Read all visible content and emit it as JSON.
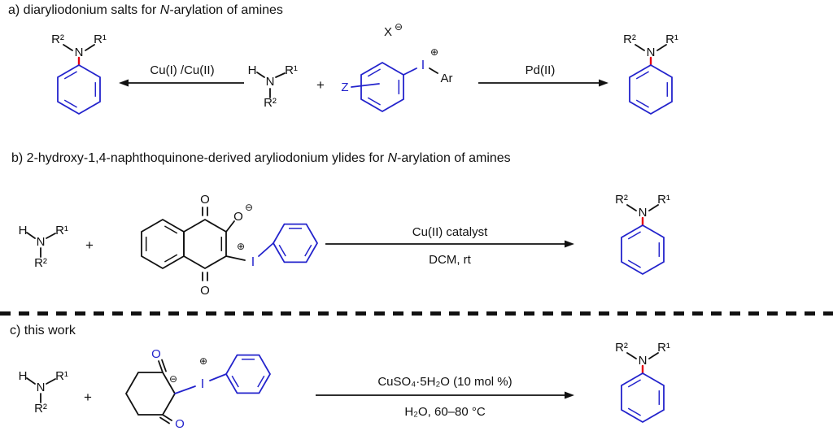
{
  "colors": {
    "black": "#111111",
    "blue": "#2323cc",
    "red": "#e60012"
  },
  "atoms": {
    "H": "H",
    "N": "N",
    "I": "I",
    "O": "O",
    "Z": "Z",
    "Ar": "Ar",
    "X": "X",
    "R1": "R¹",
    "R2": "R²",
    "plus_charge": "⊕",
    "minus_charge": "⊖"
  },
  "operators": {
    "plus": "+"
  },
  "section_a": {
    "title_pre": "a) diaryliodonium salts for ",
    "title_em": "N",
    "title_post": "-arylation of amines",
    "left_arrow_label": "Cu(I) /Cu(II)",
    "right_arrow_label": "Pd(II)"
  },
  "section_b": {
    "title_pre": "b) 2-hydroxy-1,4-naphthoquinone-derived aryliodonium ylides for ",
    "title_em": "N",
    "title_post": "-arylation of amines",
    "arrow_label_top": "Cu(II) catalyst",
    "arrow_label_bottom": "DCM, rt"
  },
  "section_c": {
    "title": "c) this work",
    "arrow_label_top": "CuSO₄·5H₂O (10 mol %)",
    "arrow_label_bottom": "H₂O, 60–80 °C"
  }
}
